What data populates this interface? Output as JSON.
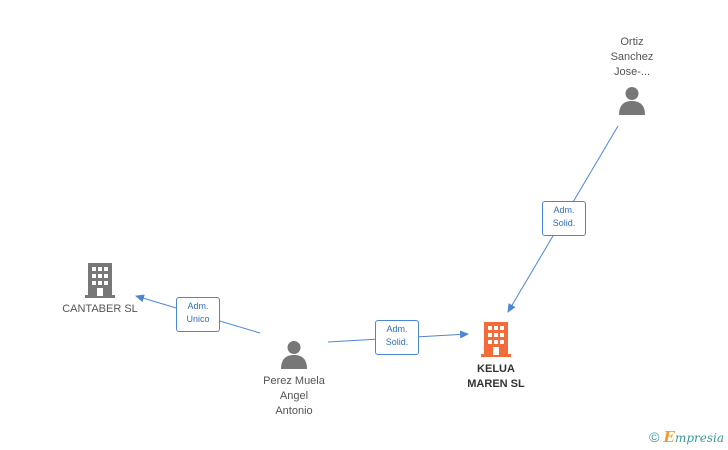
{
  "colors": {
    "edge": "#4a86d4",
    "person_icon": "#777777",
    "company_icon": "#777777",
    "focus_company_icon": "#f26b38"
  },
  "nodes": {
    "ortiz": {
      "label": "Ortiz\nSanchez\nJose-...",
      "icon": "person-icon"
    },
    "cantaber": {
      "label": "CANTABER SL",
      "icon": "building-icon"
    },
    "perez": {
      "label": "Perez Muela\nAngel\nAntonio",
      "icon": "person-icon"
    },
    "kelua": {
      "label": "KELUA\nMAREN SL",
      "icon": "building-icon"
    }
  },
  "edges": {
    "ortiz_kelua": {
      "label": "Adm.\nSolid."
    },
    "perez_cantaber": {
      "label": "Adm.\nUnico"
    },
    "perez_kelua": {
      "label": "Adm.\nSolid."
    }
  },
  "footer": {
    "copyright_symbol": "©",
    "brand_initial": "E",
    "brand_rest": "mpresia"
  }
}
